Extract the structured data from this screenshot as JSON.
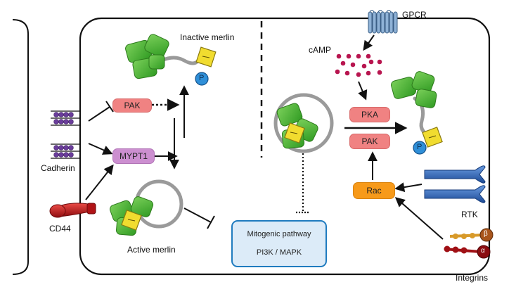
{
  "labels": {
    "inactive_merlin": "Inactive merlin",
    "active_merlin": "Active merlin",
    "gpcr": "GPCR",
    "camp": "cAMP",
    "cadherin": "Cadherin",
    "cd44": "CD44",
    "rtk": "RTK",
    "integrins": "Integrins",
    "phospho": "P",
    "beta": "β",
    "alpha": "α"
  },
  "nodes": {
    "pak_left": "PAK",
    "mypt1": "MYPT1",
    "pka": "PKA",
    "pak_right": "PAK",
    "rac": "Rac"
  },
  "pathway": {
    "title": "Mitogenic pathway",
    "subtitle": "PI3K / MAPK"
  },
  "colors": {
    "kinase_pink": "#f08282",
    "mypt1_purple": "#cc8fd0",
    "rac_orange": "#f79a1a",
    "merlin_green": "#45b72f",
    "fert_yellow": "#f1dc2f",
    "phospho_blue": "#2f8fd8",
    "camp_dots": "#b8154f",
    "gpcr_blue": "#8fb2d6",
    "rtk_blue": "#2d63b8",
    "cd44_red": "#c8171b",
    "cadherin_purple": "#6a3d9a",
    "pathway_border": "#1f7bbf",
    "pathway_fill": "#dcebf8"
  }
}
